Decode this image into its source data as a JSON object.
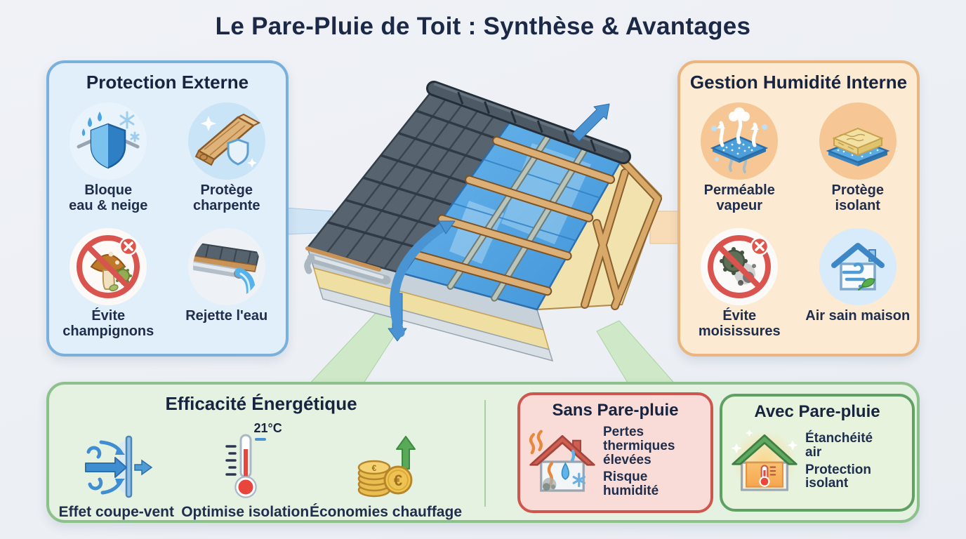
{
  "title": "Le Pare-Pluie de Toit : Synthèse & Avantages",
  "glyphs": {
    "euro": "€"
  },
  "colors": {
    "background": "#edf0f5",
    "navy_text": "#1b2947",
    "blue_panel_border": "#7ab1dc",
    "blue_panel_fill": "#e1effa",
    "orange_panel_border": "#eab57e",
    "orange_panel_fill": "#fcebd2",
    "green_panel_border": "#8cc18c",
    "green_panel_fill": "#e6f2e1",
    "sans_box_border": "#cd574e",
    "sans_box_fill": "#f9dcd7",
    "avec_box_border": "#5fa163",
    "avec_box_fill": "#e7f3dd",
    "arrow_blue": "#4a94d4",
    "membrane_blue": "#4a9fe0",
    "wood_tan": "#dcaf76",
    "insulation_yellow": "#f0dfa2"
  },
  "panels": {
    "protection": {
      "title": "Protection Externe",
      "items": [
        {
          "icon": "shield-rain-snow-icon",
          "label": "Bloque\neau & neige"
        },
        {
          "icon": "wood-beam-shield-icon",
          "label": "Protège\ncharpente"
        },
        {
          "icon": "no-mushroom-icon",
          "label": "Évite\nchampignons"
        },
        {
          "icon": "gutter-water-icon",
          "label": "Rejette l'eau"
        }
      ]
    },
    "humidite": {
      "title": "Gestion Humidité Interne",
      "items": [
        {
          "icon": "vapor-membrane-icon",
          "label": "Perméable\nvapeur"
        },
        {
          "icon": "insulation-membrane-icon",
          "label": "Protège\nisolant"
        },
        {
          "icon": "no-mold-icon",
          "label": "Évite\nmoisissures"
        },
        {
          "icon": "healthy-house-icon",
          "label": "Air sain maison"
        }
      ]
    },
    "energie": {
      "title": "Efficacité Énergétique",
      "items": [
        {
          "icon": "wind-barrier-icon",
          "label": "Effet coupe-vent"
        },
        {
          "icon": "thermometer-icon",
          "label": "Optimise isolation",
          "badge": "21°C"
        },
        {
          "icon": "euro-coins-icon",
          "label": "Économies chauffage"
        }
      ]
    },
    "sans": {
      "title": "Sans Pare-pluie",
      "icon": "cold-damp-house-icon",
      "points": [
        "Pertes\nthermiques\nélevées",
        "Risque\nhumidité"
      ]
    },
    "avec": {
      "title": "Avec Pare-pluie",
      "icon": "warm-house-icon",
      "points": [
        "Étanchéité\nair",
        "Protection\nisolant"
      ]
    }
  },
  "illustration": {
    "subject": "roof-cutaway-with-rain-barrier-membrane",
    "elements": [
      "roof-tiles",
      "blue-pare-pluie-membrane",
      "wood-battens",
      "insulation-layer",
      "timber-truss",
      "gutter",
      "airflow-arrows"
    ]
  }
}
